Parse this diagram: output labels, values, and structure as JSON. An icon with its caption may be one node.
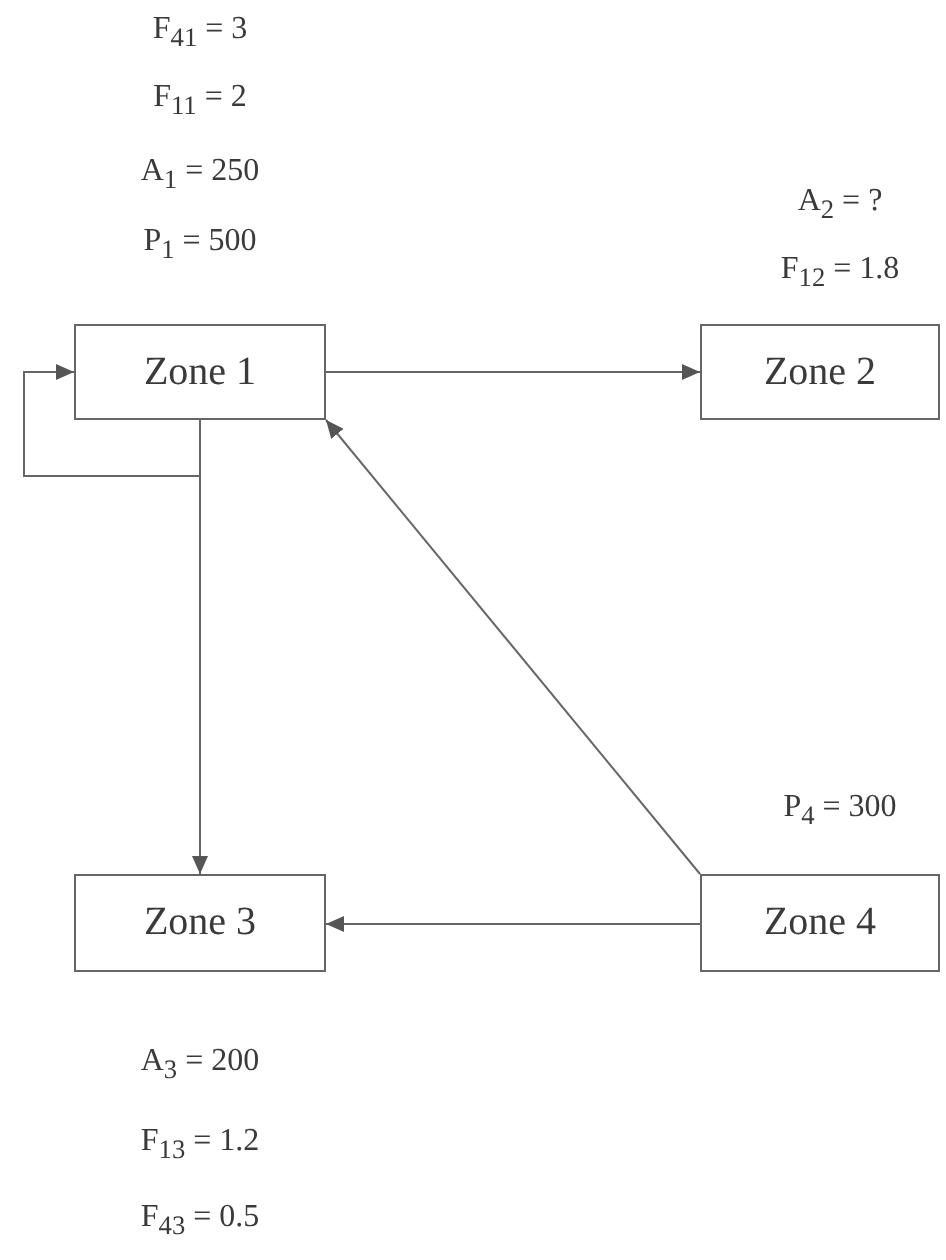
{
  "diagram": {
    "nodes": [
      {
        "text": [
          "Zone 1"
        ],
        "beside": [
          "F$_{41}$ = 3",
          "F$_{11}$ = 2",
          "A$_{1}$ = 250",
          "P$_{1}$ = 500"
        ]
      },
      {
        "text": [
          "Zone 2"
        ],
        "beside": [
          "A$_{2}$ = ?",
          "F$_{12}$ = 1.8"
        ]
      },
      {
        "text": [
          "Zone 3"
        ],
        "beside": [
          "A$_{3}$ = 200",
          "F$_{13}$ = 1.2",
          "F$_{43}$ = 0.5"
        ]
      },
      {
        "text": [
          "Zone 4"
        ],
        "beside": [
          "P$_{4}$ = 300"
        ]
      }
    ],
    "edges": [
      {
        "from": 0,
        "to": 0,
        "arrow": "to"
      },
      {
        "from": 0,
        "to": 1,
        "arrow": "to"
      },
      {
        "from": 0,
        "to": 2,
        "arrow": "to"
      },
      {
        "from": 3,
        "to": 0,
        "arrow": "to"
      },
      {
        "from": 3,
        "to": 2,
        "arrow": "to"
      }
    ]
  }
}
